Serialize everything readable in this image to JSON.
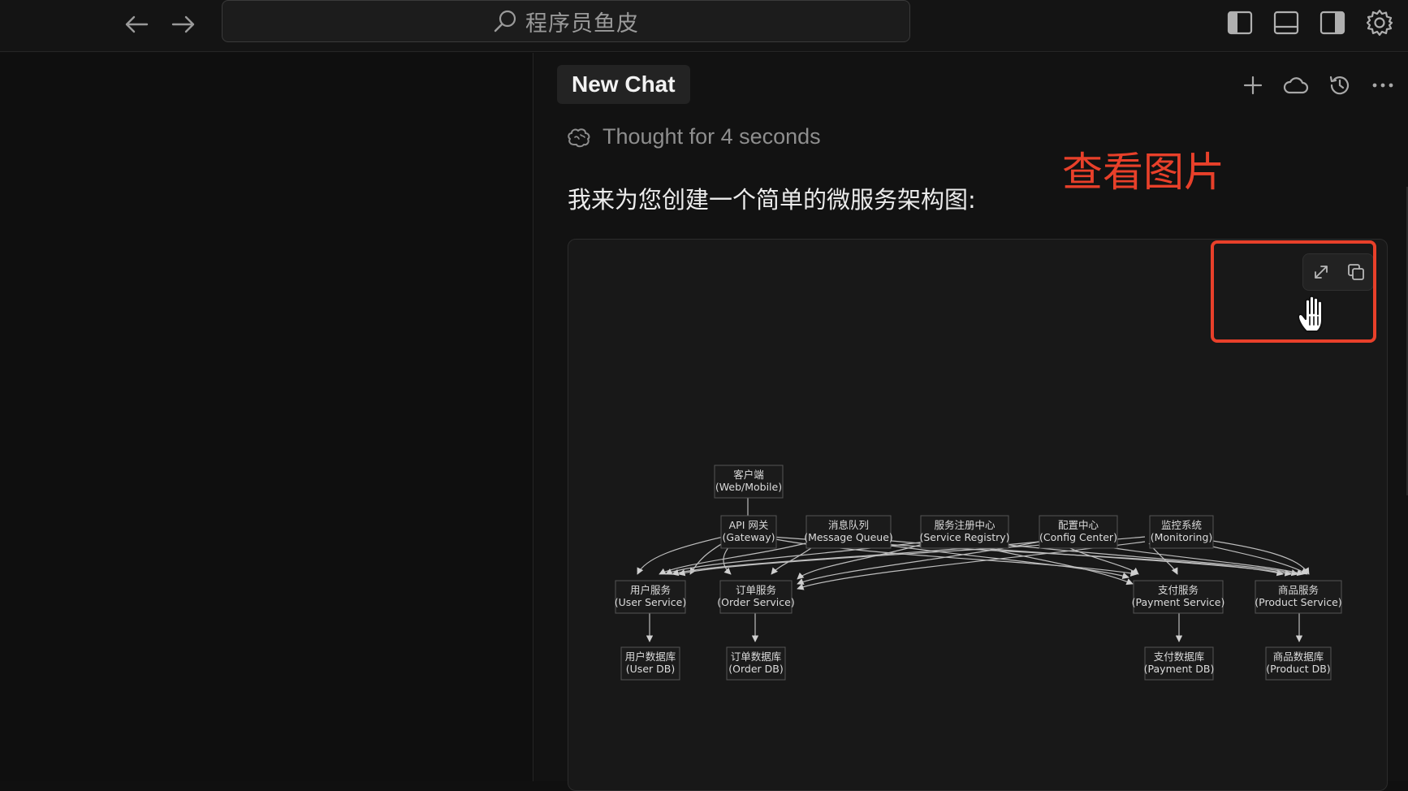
{
  "topbar": {
    "search_text": "程序员鱼皮"
  },
  "chat": {
    "tab_label": "New Chat",
    "thought_text": "Thought for 4 seconds",
    "intro_text": "我来为您创建一个简单的微服务架构图:"
  },
  "annotation": {
    "label": "查看图片",
    "color": "#e8402a"
  },
  "diagram": {
    "nodes": {
      "client": {
        "l1": "客户端",
        "l2": "(Web/Mobile)"
      },
      "gateway": {
        "l1": "API 网关",
        "l2": "(Gateway)"
      },
      "mq": {
        "l1": "消息队列",
        "l2": "(Message Queue)"
      },
      "registry": {
        "l1": "服务注册中心",
        "l2": "(Service Registry)"
      },
      "config": {
        "l1": "配置中心",
        "l2": "(Config Center)"
      },
      "monitor": {
        "l1": "监控系统",
        "l2": "(Monitoring)"
      },
      "user_svc": {
        "l1": "用户服务",
        "l2": "(User Service)"
      },
      "order_svc": {
        "l1": "订单服务",
        "l2": "(Order Service)"
      },
      "pay_svc": {
        "l1": "支付服务",
        "l2": "(Payment Service)"
      },
      "prod_svc": {
        "l1": "商品服务",
        "l2": "(Product Service)"
      },
      "user_db": {
        "l1": "用户数据库",
        "l2": "(User DB)"
      },
      "order_db": {
        "l1": "订单数据库",
        "l2": "(Order DB)"
      },
      "pay_db": {
        "l1": "支付数据库",
        "l2": "(Payment DB)"
      },
      "prod_db": {
        "l1": "商品数据库",
        "l2": "(Product DB)"
      }
    }
  },
  "colors": {
    "accent_red": "#e8402a",
    "background": "#101010",
    "panel": "#121212"
  }
}
